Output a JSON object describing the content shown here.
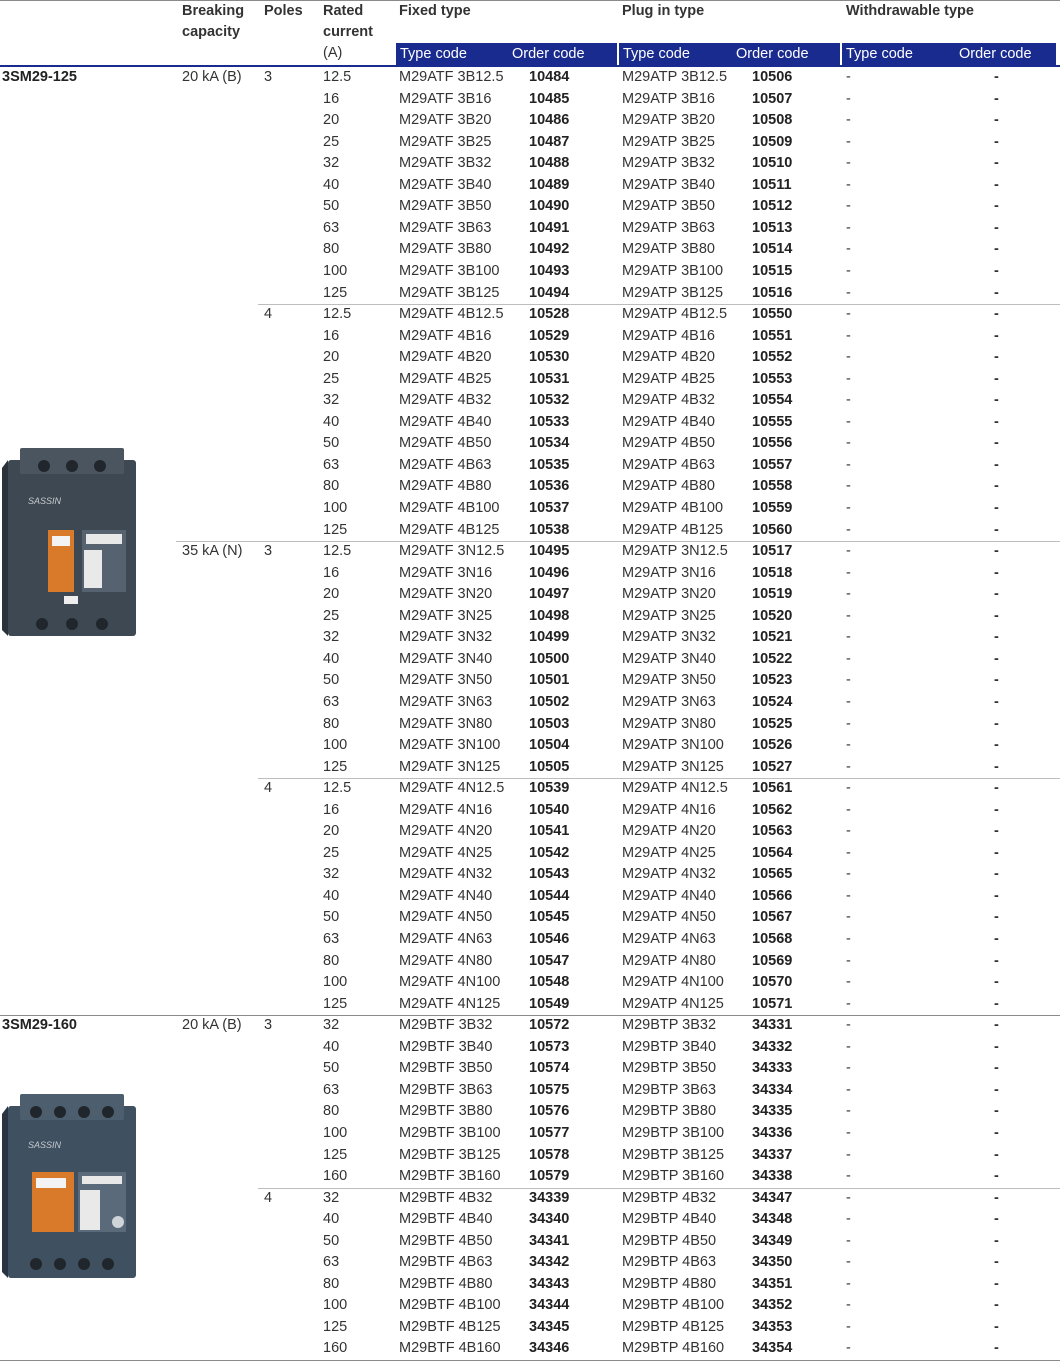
{
  "header": {
    "breaking_capacity": [
      "Breaking",
      "capacity"
    ],
    "poles": "Poles",
    "rated_current": [
      "Rated",
      "current",
      "(A)"
    ],
    "fixed": "Fixed type",
    "plug": "Plug in type",
    "withdrawable": "Withdrawable type",
    "type_code": "Type code",
    "order_code": "Order code"
  },
  "colors": {
    "header_bar": "#1a2b8f",
    "breaker_body": "#3d4852",
    "label_orange": "#d97a2b"
  },
  "breaker_brand": "SASSIN",
  "groups": [
    {
      "model": "3SM29-125",
      "capacity": "20 kA (B)",
      "poles": "3",
      "rows": [
        [
          "12.5",
          "M29ATF 3B12.5",
          "10484",
          "M29ATP 3B12.5",
          "10506",
          "-",
          "-"
        ],
        [
          "16",
          "M29ATF 3B16",
          "10485",
          "M29ATP 3B16",
          "10507",
          "-",
          "-"
        ],
        [
          "20",
          "M29ATF 3B20",
          "10486",
          "M29ATP 3B20",
          "10508",
          "-",
          "-"
        ],
        [
          "25",
          "M29ATF 3B25",
          "10487",
          "M29ATP 3B25",
          "10509",
          "-",
          "-"
        ],
        [
          "32",
          "M29ATF 3B32",
          "10488",
          "M29ATP 3B32",
          "10510",
          "-",
          "-"
        ],
        [
          "40",
          "M29ATF 3B40",
          "10489",
          "M29ATP 3B40",
          "10511",
          "-",
          "-"
        ],
        [
          "50",
          "M29ATF 3B50",
          "10490",
          "M29ATP 3B50",
          "10512",
          "-",
          "-"
        ],
        [
          "63",
          "M29ATF 3B63",
          "10491",
          "M29ATP 3B63",
          "10513",
          "-",
          "-"
        ],
        [
          "80",
          "M29ATF 3B80",
          "10492",
          "M29ATP 3B80",
          "10514",
          "-",
          "-"
        ],
        [
          "100",
          "M29ATF 3B100",
          "10493",
          "M29ATP 3B100",
          "10515",
          "-",
          "-"
        ],
        [
          "125",
          "M29ATF 3B125",
          "10494",
          "M29ATP 3B125",
          "10516",
          "-",
          "-"
        ]
      ]
    },
    {
      "model": "",
      "capacity": "",
      "poles": "4",
      "rows": [
        [
          "12.5",
          "M29ATF 4B12.5",
          "10528",
          "M29ATP 4B12.5",
          "10550",
          "-",
          "-"
        ],
        [
          "16",
          "M29ATF 4B16",
          "10529",
          "M29ATP 4B16",
          "10551",
          "-",
          "-"
        ],
        [
          "20",
          "M29ATF 4B20",
          "10530",
          "M29ATP 4B20",
          "10552",
          "-",
          "-"
        ],
        [
          "25",
          "M29ATF 4B25",
          "10531",
          "M29ATP 4B25",
          "10553",
          "-",
          "-"
        ],
        [
          "32",
          "M29ATF 4B32",
          "10532",
          "M29ATP 4B32",
          "10554",
          "-",
          "-"
        ],
        [
          "40",
          "M29ATF 4B40",
          "10533",
          "M29ATP 4B40",
          "10555",
          "-",
          "-"
        ],
        [
          "50",
          "M29ATF 4B50",
          "10534",
          "M29ATP 4B50",
          "10556",
          "-",
          "-"
        ],
        [
          "63",
          "M29ATF 4B63",
          "10535",
          "M29ATP 4B63",
          "10557",
          "-",
          "-"
        ],
        [
          "80",
          "M29ATF 4B80",
          "10536",
          "M29ATP 4B80",
          "10558",
          "-",
          "-"
        ],
        [
          "100",
          "M29ATF 4B100",
          "10537",
          "M29ATP 4B100",
          "10559",
          "-",
          "-"
        ],
        [
          "125",
          "M29ATF 4B125",
          "10538",
          "M29ATP 4B125",
          "10560",
          "-",
          "-"
        ]
      ]
    },
    {
      "model": "",
      "capacity": "35 kA (N)",
      "poles": "3",
      "rows": [
        [
          "12.5",
          "M29ATF 3N12.5",
          "10495",
          "M29ATP 3N12.5",
          "10517",
          "-",
          "-"
        ],
        [
          "16",
          "M29ATF 3N16",
          "10496",
          "M29ATP 3N16",
          "10518",
          "-",
          "-"
        ],
        [
          "20",
          "M29ATF 3N20",
          "10497",
          "M29ATP 3N20",
          "10519",
          "-",
          "-"
        ],
        [
          "25",
          "M29ATF 3N25",
          "10498",
          "M29ATP 3N25",
          "10520",
          "-",
          "-"
        ],
        [
          "32",
          "M29ATF 3N32",
          "10499",
          "M29ATP 3N32",
          "10521",
          "-",
          "-"
        ],
        [
          "40",
          "M29ATF 3N40",
          "10500",
          "M29ATP 3N40",
          "10522",
          "-",
          "-"
        ],
        [
          "50",
          "M29ATF 3N50",
          "10501",
          "M29ATP 3N50",
          "10523",
          "-",
          "-"
        ],
        [
          "63",
          "M29ATF 3N63",
          "10502",
          "M29ATP 3N63",
          "10524",
          "-",
          "-"
        ],
        [
          "80",
          "M29ATF 3N80",
          "10503",
          "M29ATP 3N80",
          "10525",
          "-",
          "-"
        ],
        [
          "100",
          "M29ATF 3N100",
          "10504",
          "M29ATP 3N100",
          "10526",
          "-",
          "-"
        ],
        [
          "125",
          "M29ATF 3N125",
          "10505",
          "M29ATP 3N125",
          "10527",
          "-",
          "-"
        ]
      ]
    },
    {
      "model": "",
      "capacity": "",
      "poles": "4",
      "rows": [
        [
          "12.5",
          "M29ATF 4N12.5",
          "10539",
          "M29ATP 4N12.5",
          "10561",
          "-",
          "-"
        ],
        [
          "16",
          "M29ATF 4N16",
          "10540",
          "M29ATP 4N16",
          "10562",
          "-",
          "-"
        ],
        [
          "20",
          "M29ATF 4N20",
          "10541",
          "M29ATP 4N20",
          "10563",
          "-",
          "-"
        ],
        [
          "25",
          "M29ATF 4N25",
          "10542",
          "M29ATP 4N25",
          "10564",
          "-",
          "-"
        ],
        [
          "32",
          "M29ATF 4N32",
          "10543",
          "M29ATP 4N32",
          "10565",
          "-",
          "-"
        ],
        [
          "40",
          "M29ATF 4N40",
          "10544",
          "M29ATP 4N40",
          "10566",
          "-",
          "-"
        ],
        [
          "50",
          "M29ATF 4N50",
          "10545",
          "M29ATP 4N50",
          "10567",
          "-",
          "-"
        ],
        [
          "63",
          "M29ATF 4N63",
          "10546",
          "M29ATP 4N63",
          "10568",
          "-",
          "-"
        ],
        [
          "80",
          "M29ATF 4N80",
          "10547",
          "M29ATP 4N80",
          "10569",
          "-",
          "-"
        ],
        [
          "100",
          "M29ATF 4N100",
          "10548",
          "M29ATP 4N100",
          "10570",
          "-",
          "-"
        ],
        [
          "125",
          "M29ATF 4N125",
          "10549",
          "M29ATP 4N125",
          "10571",
          "-",
          "-"
        ]
      ]
    },
    {
      "model": "3SM29-160",
      "capacity": "20 kA (B)",
      "poles": "3",
      "rows": [
        [
          "32",
          "M29BTF 3B32",
          "10572",
          "M29BTP 3B32",
          "34331",
          "-",
          "-"
        ],
        [
          "40",
          "M29BTF 3B40",
          "10573",
          "M29BTP 3B40",
          "34332",
          "-",
          "-"
        ],
        [
          "50",
          "M29BTF 3B50",
          "10574",
          "M29BTP 3B50",
          "34333",
          "-",
          "-"
        ],
        [
          "63",
          "M29BTF 3B63",
          "10575",
          "M29BTP 3B63",
          "34334",
          "-",
          "-"
        ],
        [
          "80",
          "M29BTF 3B80",
          "10576",
          "M29BTP 3B80",
          "34335",
          "-",
          "-"
        ],
        [
          "100",
          "M29BTF 3B100",
          "10577",
          "M29BTP 3B100",
          "34336",
          "-",
          "-"
        ],
        [
          "125",
          "M29BTF 3B125",
          "10578",
          "M29BTP 3B125",
          "34337",
          "-",
          "-"
        ],
        [
          "160",
          "M29BTF 3B160",
          "10579",
          "M29BTP 3B160",
          "34338",
          "-",
          "-"
        ]
      ]
    },
    {
      "model": "",
      "capacity": "",
      "poles": "4",
      "rows": [
        [
          "32",
          "M29BTF 4B32",
          "34339",
          "M29BTP 4B32",
          "34347",
          "-",
          "-"
        ],
        [
          "40",
          "M29BTF 4B40",
          "34340",
          "M29BTP 4B40",
          "34348",
          "-",
          "-"
        ],
        [
          "50",
          "M29BTF 4B50",
          "34341",
          "M29BTP 4B50",
          "34349",
          "-",
          "-"
        ],
        [
          "63",
          "M29BTF 4B63",
          "34342",
          "M29BTP 4B63",
          "34350",
          "-",
          "-"
        ],
        [
          "80",
          "M29BTF 4B80",
          "34343",
          "M29BTP 4B80",
          "34351",
          "-",
          "-"
        ],
        [
          "100",
          "M29BTF 4B100",
          "34344",
          "M29BTP 4B100",
          "34352",
          "-",
          "-"
        ],
        [
          "125",
          "M29BTF 4B125",
          "34345",
          "M29BTP 4B125",
          "34353",
          "-",
          "-"
        ],
        [
          "160",
          "M29BTF 4B160",
          "34346",
          "M29BTP 4B160",
          "34354",
          "-",
          "-"
        ]
      ]
    }
  ]
}
